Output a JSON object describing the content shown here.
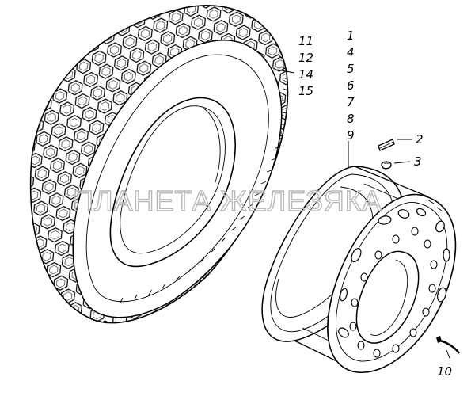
{
  "watermark": "ПЛАНЕТА ЖЕЛЕЗЯКА",
  "tire_callouts": [
    "11",
    "12",
    "14",
    "15"
  ],
  "wheel_callouts": [
    "1",
    "4",
    "5",
    "6",
    "7",
    "8",
    "9"
  ],
  "part_callouts": {
    "plug": "2",
    "cap": "3",
    "valve": "10"
  },
  "stroke_color": "#000000",
  "watermark_color": "#b9b9b9"
}
